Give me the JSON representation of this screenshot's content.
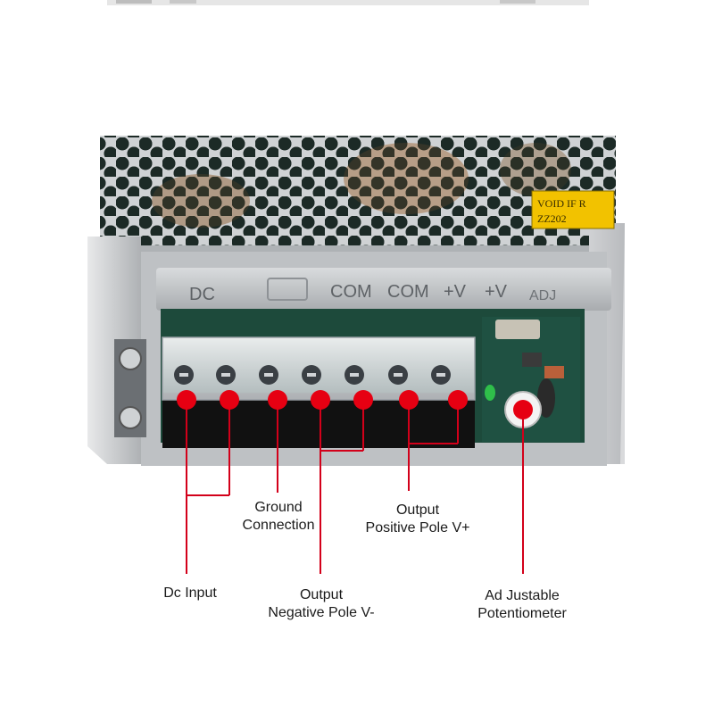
{
  "panel": {
    "terminal_legend": [
      "DC",
      "COM",
      "COM",
      "+V",
      "+V"
    ],
    "adj_mark": "ADJ",
    "seal_line1": "VOID IF R",
    "seal_line2": "ZZ202"
  },
  "labels": {
    "dc_input": "Dc Input",
    "ground_line1": "Ground",
    "ground_line2": "Connection",
    "neg_line1": "Output",
    "neg_line2": "Negative Pole V-",
    "pos_line1": "Output",
    "pos_line2": "Positive Pole V+",
    "pot_line1": "Ad Justable",
    "pot_line2": "Potentiometer"
  },
  "colors": {
    "marker": "#e60012",
    "leader": "#d3001a",
    "case_metal": "#c9cbcd",
    "pcb": "#184a3a",
    "seal": "#f2c200"
  }
}
